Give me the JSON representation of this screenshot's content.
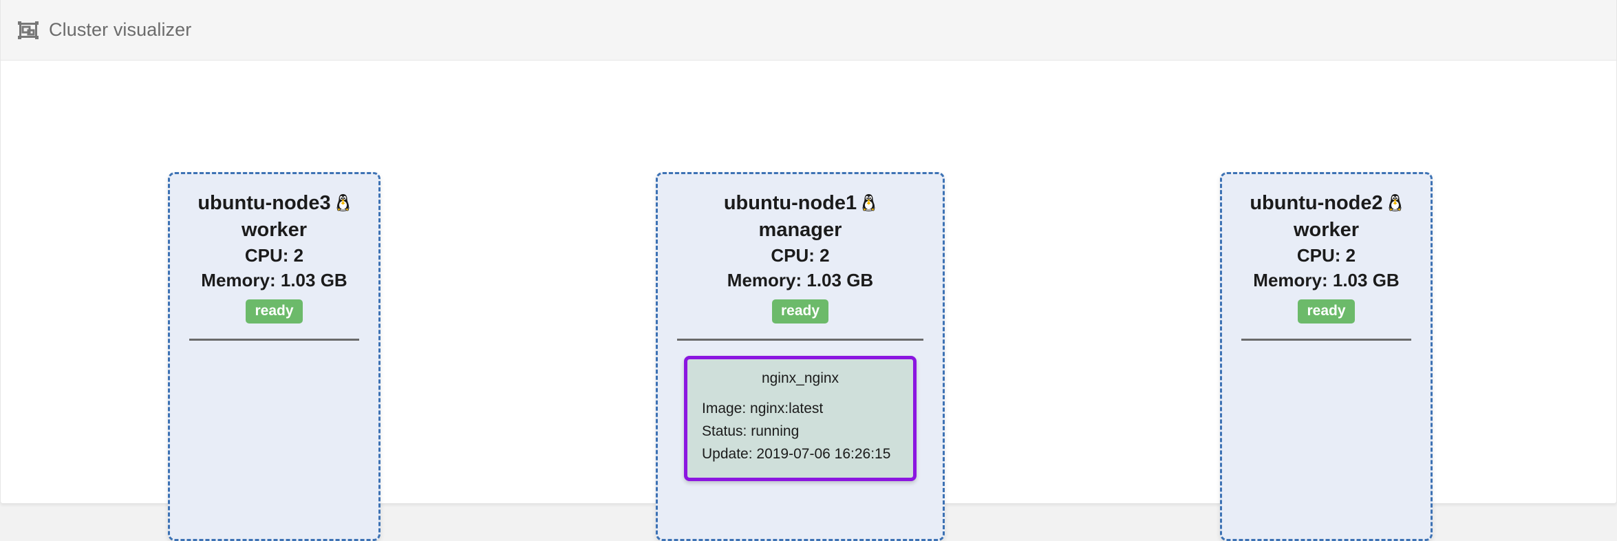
{
  "header": {
    "icon": "object-group-icon",
    "title": "Cluster visualizer"
  },
  "nodes": [
    {
      "name": "ubuntu-node3",
      "os_icon": "tux-linux-icon",
      "role": "worker",
      "cpu": "CPU: 2",
      "memory": "Memory: 1.03 GB",
      "status": "ready",
      "containers": []
    },
    {
      "name": "ubuntu-node1",
      "os_icon": "tux-linux-icon",
      "role": "manager",
      "cpu": "CPU: 2",
      "memory": "Memory: 1.03 GB",
      "status": "ready",
      "containers": [
        {
          "name": "nginx_nginx",
          "image": "Image: nginx:latest",
          "status": "Status: running",
          "update": "Update: 2019-07-06 16:26:15"
        }
      ]
    },
    {
      "name": "ubuntu-node2",
      "os_icon": "tux-linux-icon",
      "role": "worker",
      "cpu": "CPU: 2",
      "memory": "Memory: 1.03 GB",
      "status": "ready",
      "containers": []
    }
  ],
  "colors": {
    "node_border": "#3d72b4",
    "node_background": "#e8edf7",
    "status_ready": "#6cba6a",
    "container_border": "#8B16E0",
    "container_background": "#cfdfda",
    "header_background": "#f5f5f5",
    "page_background": "#f2f2f2"
  }
}
